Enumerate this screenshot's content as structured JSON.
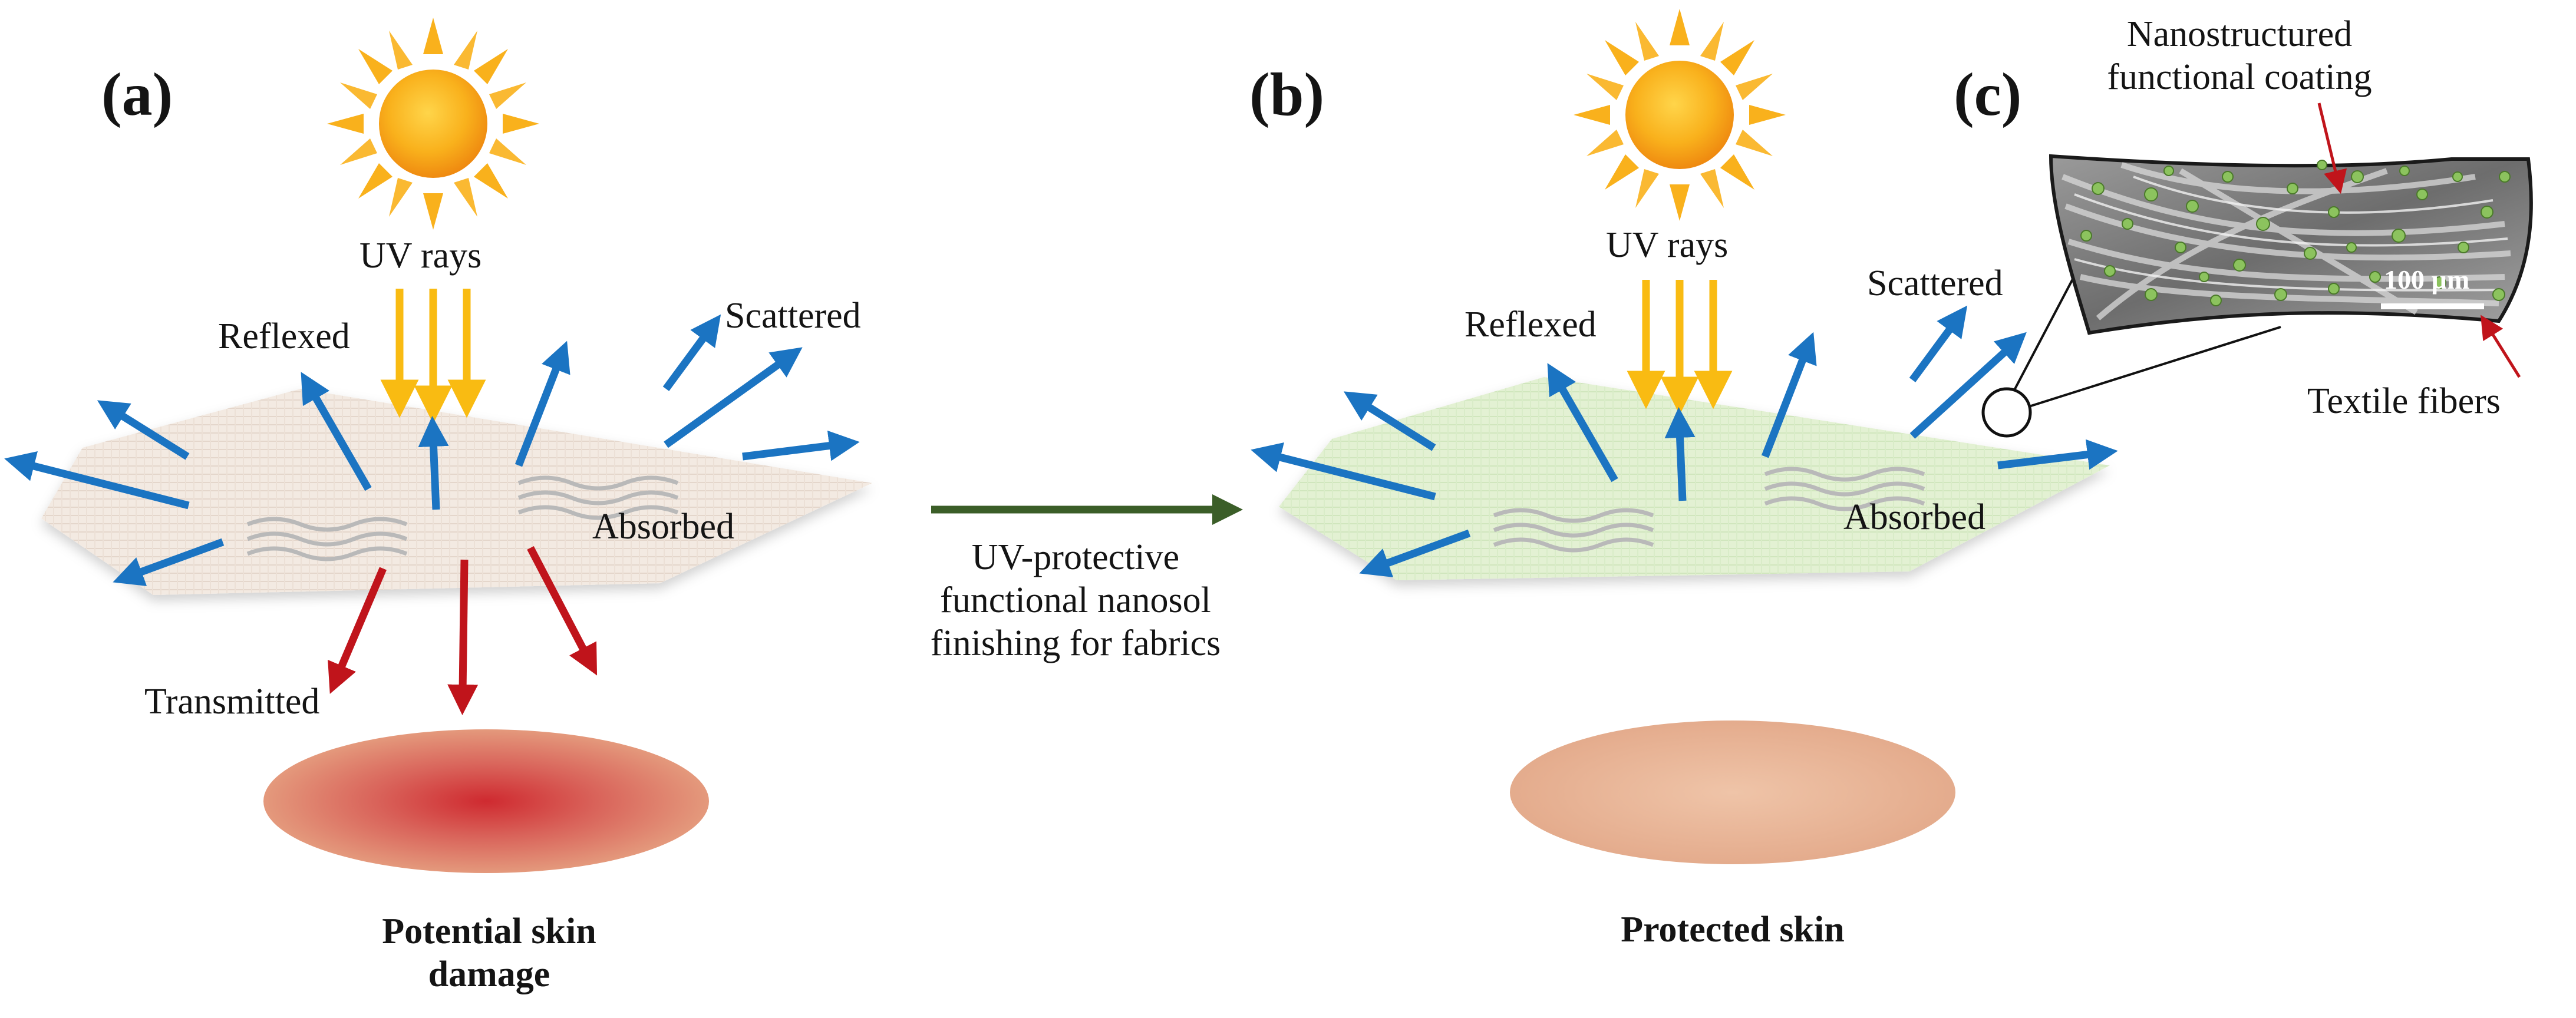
{
  "panels": {
    "a": {
      "label": "(a)"
    },
    "b": {
      "label": "(b)"
    },
    "c": {
      "label": "(c)"
    }
  },
  "labels": {
    "uv_rays": "UV rays",
    "reflexed": "Reflexed",
    "scattered": "Scattered",
    "absorbed": "Absorbed",
    "transmitted": "Transmitted"
  },
  "captions": {
    "damage": [
      "Potential skin",
      "damage"
    ],
    "protected": "Protected skin"
  },
  "process": [
    "UV-protective",
    "functional nanosol",
    "finishing for fabrics"
  ],
  "inset": {
    "coating_label": [
      "Nanostructured",
      "functional coating"
    ],
    "fibers_label": "Textile fibers",
    "scale_bar": "100 µm"
  },
  "colors": {
    "uv_arrow": "#f9bb12",
    "blue_arrow": "#1b74c2",
    "red_arrow": "#c0141b",
    "process_arrow": "#3b5e28",
    "uncoated_fabric": "#f1e7df",
    "coated_fabric": "#dff0cf",
    "sun": "#f7a21b",
    "skin_damaged": "#cc3a36",
    "skin_healthy": "#e8b293",
    "nanoparticle": "#8cc35e"
  }
}
